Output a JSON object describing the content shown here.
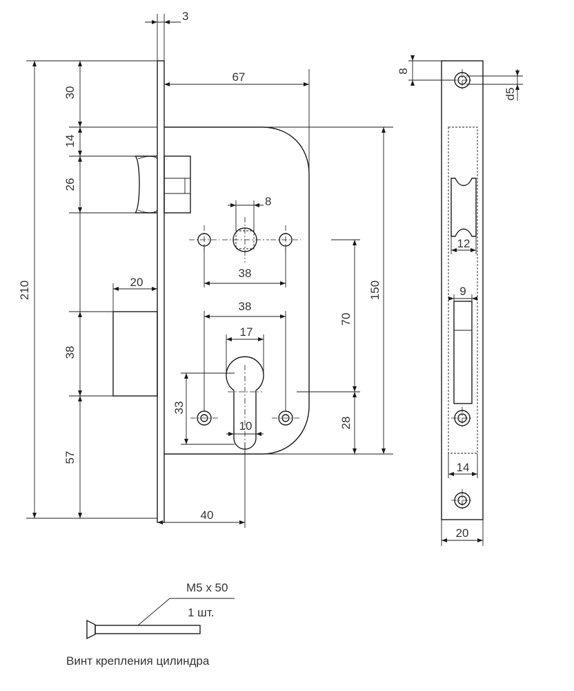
{
  "dimensions": {
    "faceplate_thickness": "3",
    "top_to_bolt": "30",
    "bolt_offset": "14",
    "bolt_height": "26",
    "backset_total": "67",
    "spindle_size": "8",
    "handle_holes_spacing": "38",
    "latch_projection": "20",
    "latch_height": "38",
    "total_height": "210",
    "case_height": "150",
    "centre_distance": "70",
    "cylinder_holes_spacing": "38",
    "cylinder_width": "17",
    "cylinder_height": "33",
    "cylinder_slot": "10",
    "bottom_offset": "28",
    "latch_to_bottom": "57",
    "backset": "40",
    "strike_hole_offset": "8",
    "screw_hole_diameter": "d5",
    "strike_bolt_width": "12",
    "strike_latch_width": "9",
    "strike_lower_width": "14",
    "strike_plate_width": "20"
  },
  "screw": {
    "size": "M5 x 50",
    "quantity": "1 шт.",
    "caption": "Винт крепления цилиндра"
  }
}
